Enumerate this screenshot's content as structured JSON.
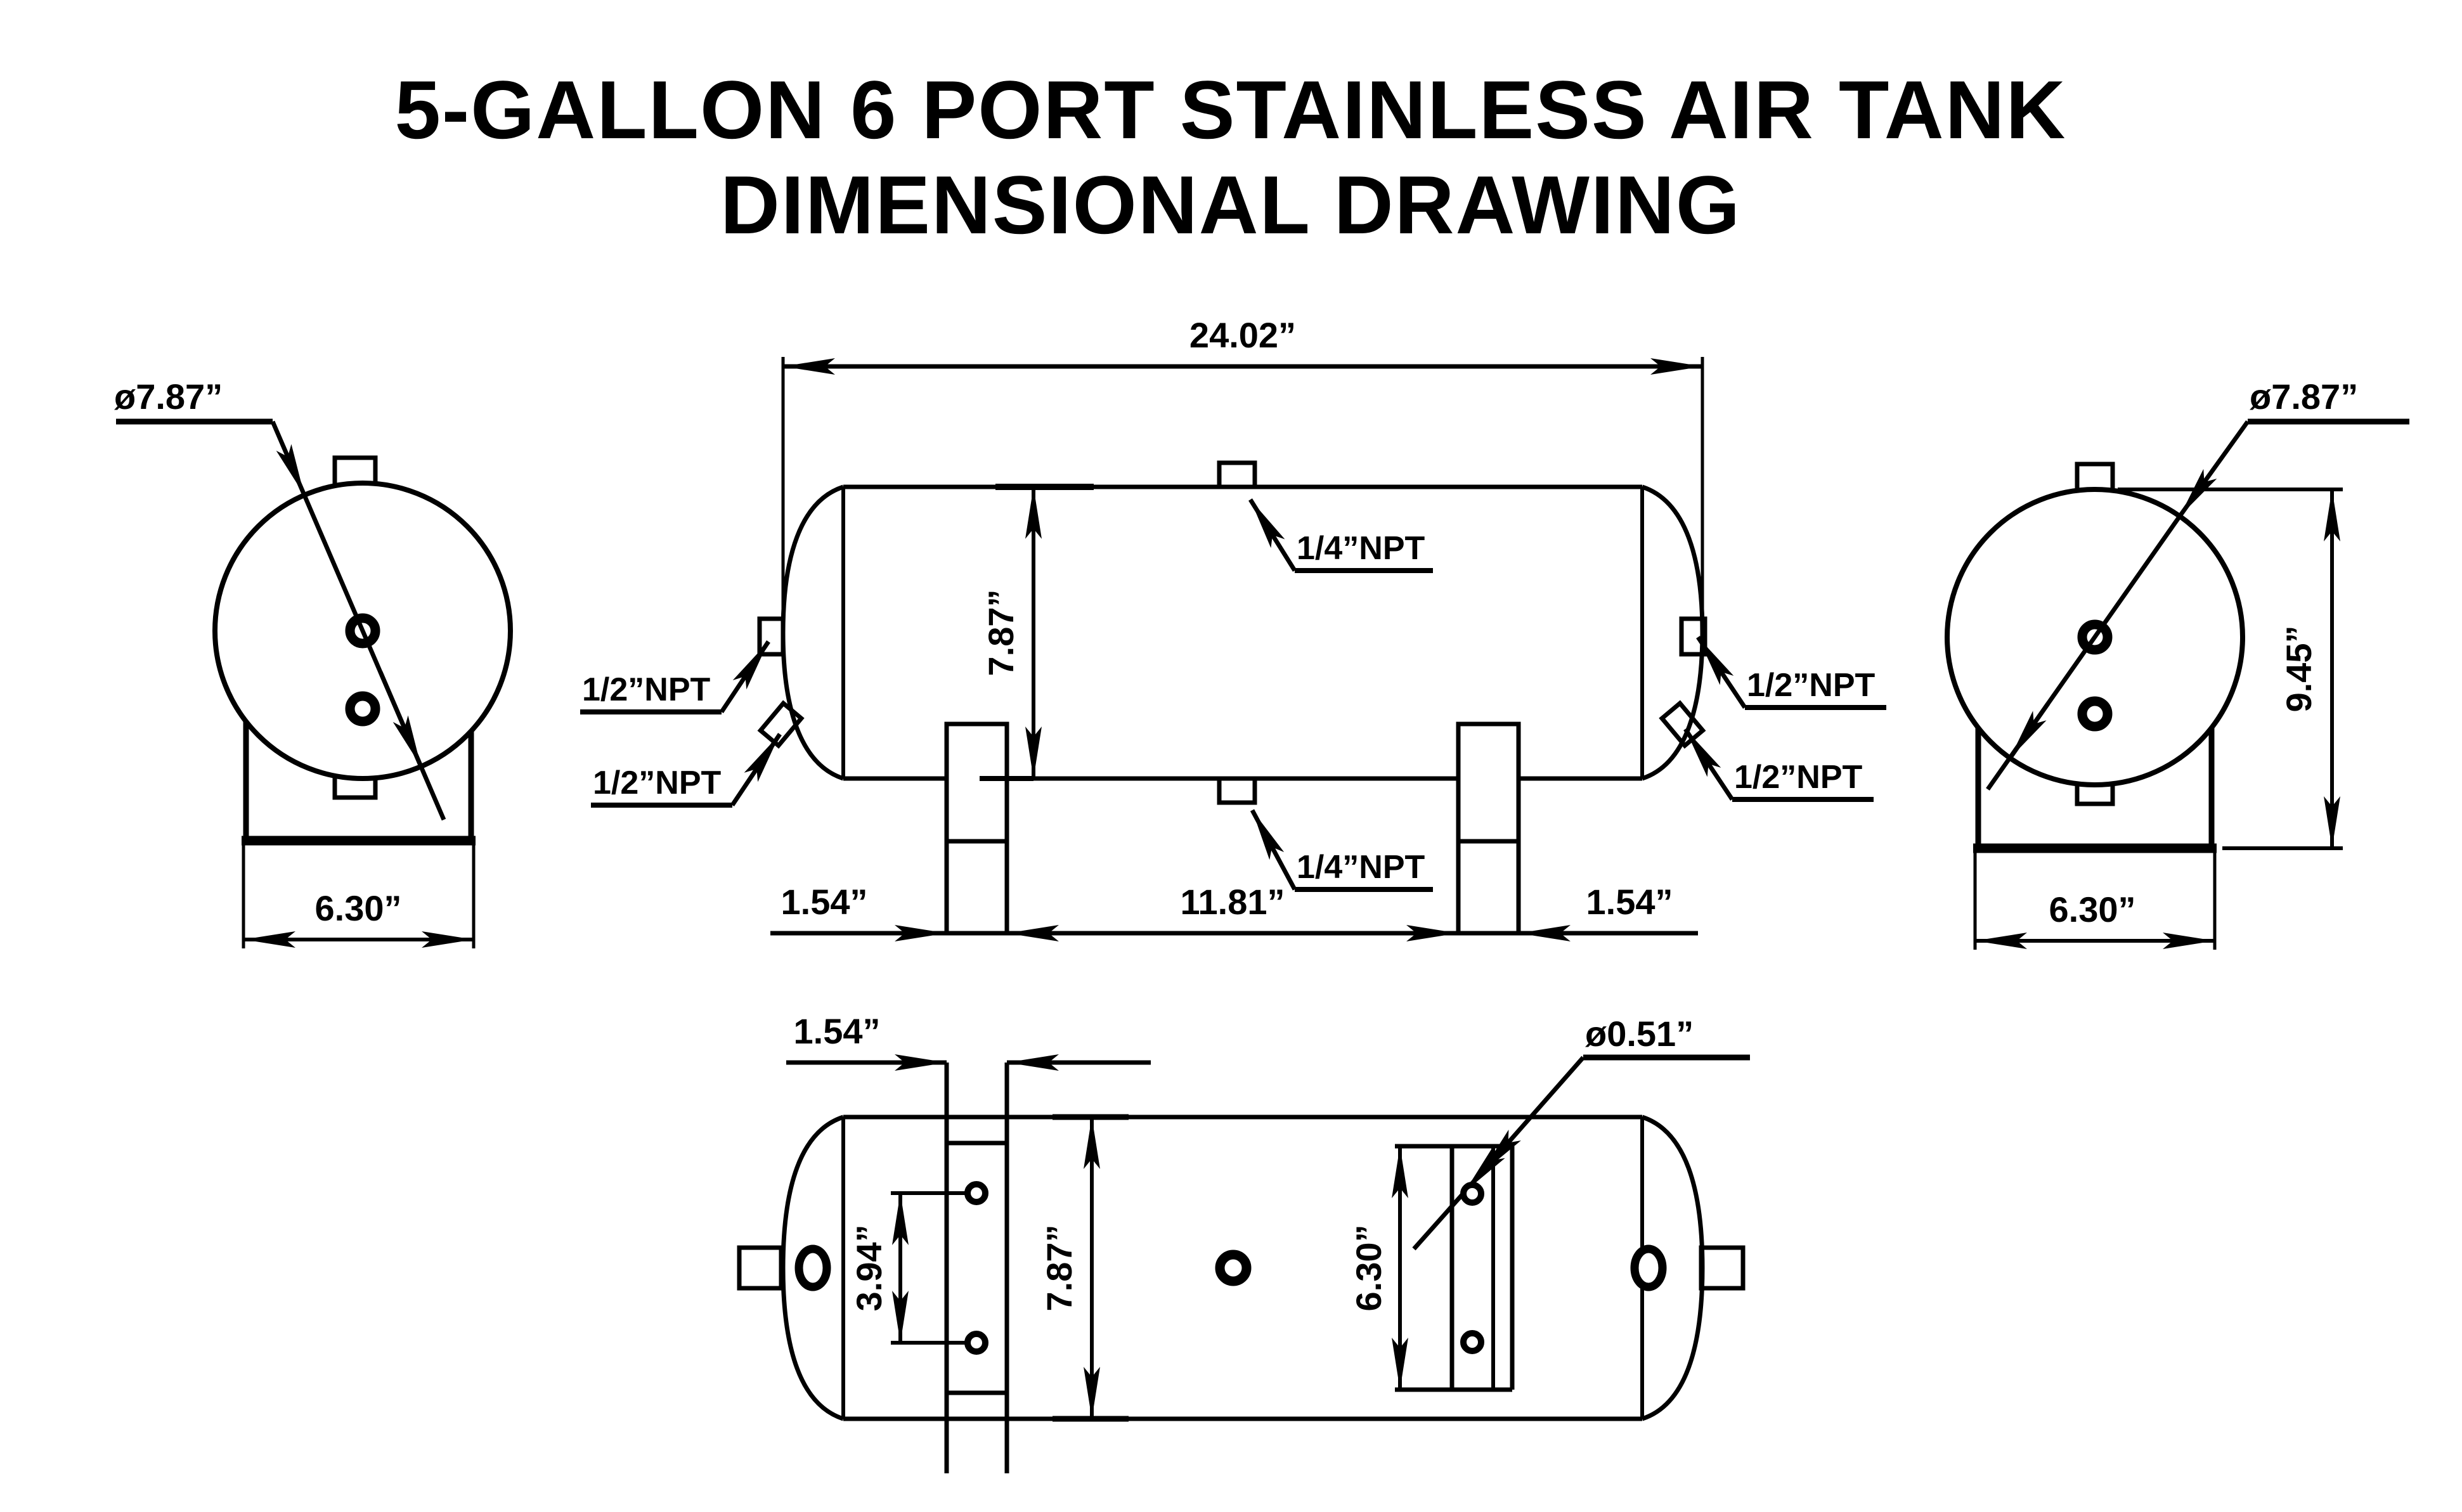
{
  "title": {
    "line1": "5-GALLON 6 PORT STAINLESS AIR TANK",
    "line2": "DIMENSIONAL DRAWING"
  },
  "left_view": {
    "diameter": "ø7.87”",
    "base_width": "6.30”"
  },
  "side_view": {
    "length": "24.02”",
    "height": "7.87”",
    "port_top": "1/4”NPT",
    "port_bottom": "1/4”NPT",
    "port_left_upper": "1/2”NPT",
    "port_left_lower": "1/2”NPT",
    "port_right_upper": "1/2”NPT",
    "port_right_lower": "1/2”NPT",
    "offset_left": "1.54”",
    "leg_spacing": "11.81”",
    "offset_right": "1.54”"
  },
  "right_view": {
    "diameter": "ø7.87”",
    "overall_height": "9.45”",
    "base_width": "6.30”"
  },
  "bottom_view": {
    "bracket_width": "1.54”",
    "hole_spacing": "3.94”",
    "width": "7.87”",
    "bracket_length": "6.30”",
    "hole_diameter": "ø0.51”"
  },
  "colors": {
    "line": "#000000",
    "background": "#ffffff"
  }
}
